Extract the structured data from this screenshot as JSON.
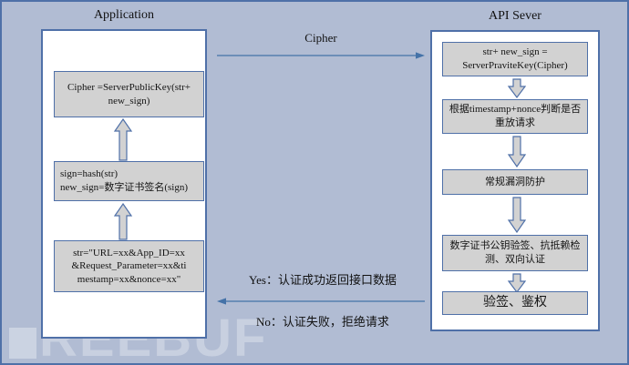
{
  "diagram": {
    "background_color": "#b1bcd3",
    "panel_border_color": "#4f70a8",
    "box_fill_color": "#d2d2d2",
    "arrow_color": "#4472a8",
    "watermark_text": "REEBUF"
  },
  "panels": {
    "application": {
      "title": "Application",
      "steps": [
        {
          "id": "cipher",
          "text": "Cipher =ServerPublicKey(str+ new_sign)"
        },
        {
          "id": "sign",
          "text": "sign=hash(str)\nnew_sign=数字证书签名(sign)"
        },
        {
          "id": "str",
          "text": "str=\"URL=xx&App_ID=xx &Request_Parameter=xx&ti mestamp=xx&nonce=xx\""
        }
      ]
    },
    "api_server": {
      "title": "API Sever",
      "steps": [
        {
          "id": "decrypt",
          "text": "str+ new_sign = ServerPraviteKey(Cipher)"
        },
        {
          "id": "replay",
          "text": "根据timestamp+nonce判断是否重放请求"
        },
        {
          "id": "vuln",
          "text": "常规漏洞防护"
        },
        {
          "id": "verify",
          "text": "数字证书公钥验签、抗抵赖检测、双向认证"
        },
        {
          "id": "auth",
          "text": "验签、鉴权"
        }
      ]
    }
  },
  "flows": {
    "request_label": "Cipher",
    "response_yes": "Yes：认证成功返回接口数据",
    "response_no": "No：认证失败，拒绝请求"
  }
}
